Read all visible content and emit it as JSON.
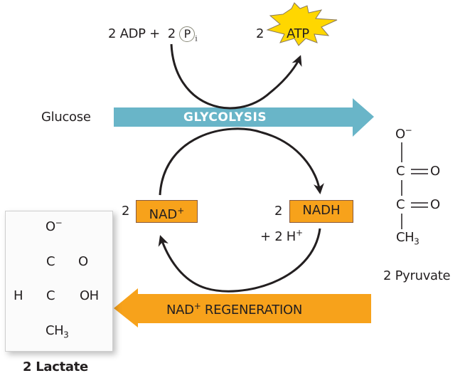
{
  "reactants": {
    "count_adp": "2",
    "adp": "ADP",
    "plus": "+",
    "count_pi": "2",
    "pi_symbol": "P",
    "pi_sub": "i"
  },
  "product_atp": {
    "count": "2",
    "label": "ATP"
  },
  "glucose_label": "Glucose",
  "glycolysis_label": "GLYCOLYSIS",
  "nad_plus": {
    "count": "2",
    "label": "NAD",
    "sup": "+"
  },
  "nadh": {
    "count": "2",
    "label": "NADH"
  },
  "protons": {
    "text": "+ 2 H",
    "sup": "+"
  },
  "regeneration": {
    "label": "NAD",
    "sup": "+",
    "rest": " REGENERATION"
  },
  "pyruvate": {
    "o_minus": "O",
    "minus": "−",
    "c1": "C",
    "c2": "C",
    "o1": "O",
    "o2": "O",
    "ch3": "CH",
    "sub3": "3",
    "name": "2 Pyruvate"
  },
  "lactate": {
    "o_minus": "O",
    "minus": "−",
    "c1": "C",
    "o1": "O",
    "h": "H",
    "c2": "C",
    "oh": "OH",
    "ch3": "CH",
    "sub3": "3",
    "name": "2 Lactate"
  },
  "colors": {
    "glycolysis_arrow": "#69b5c8",
    "regeneration_arrow": "#f7a21b",
    "nad_box": "#f7a21b",
    "atp_burst": "#ffd700",
    "arc": "#231f20"
  }
}
